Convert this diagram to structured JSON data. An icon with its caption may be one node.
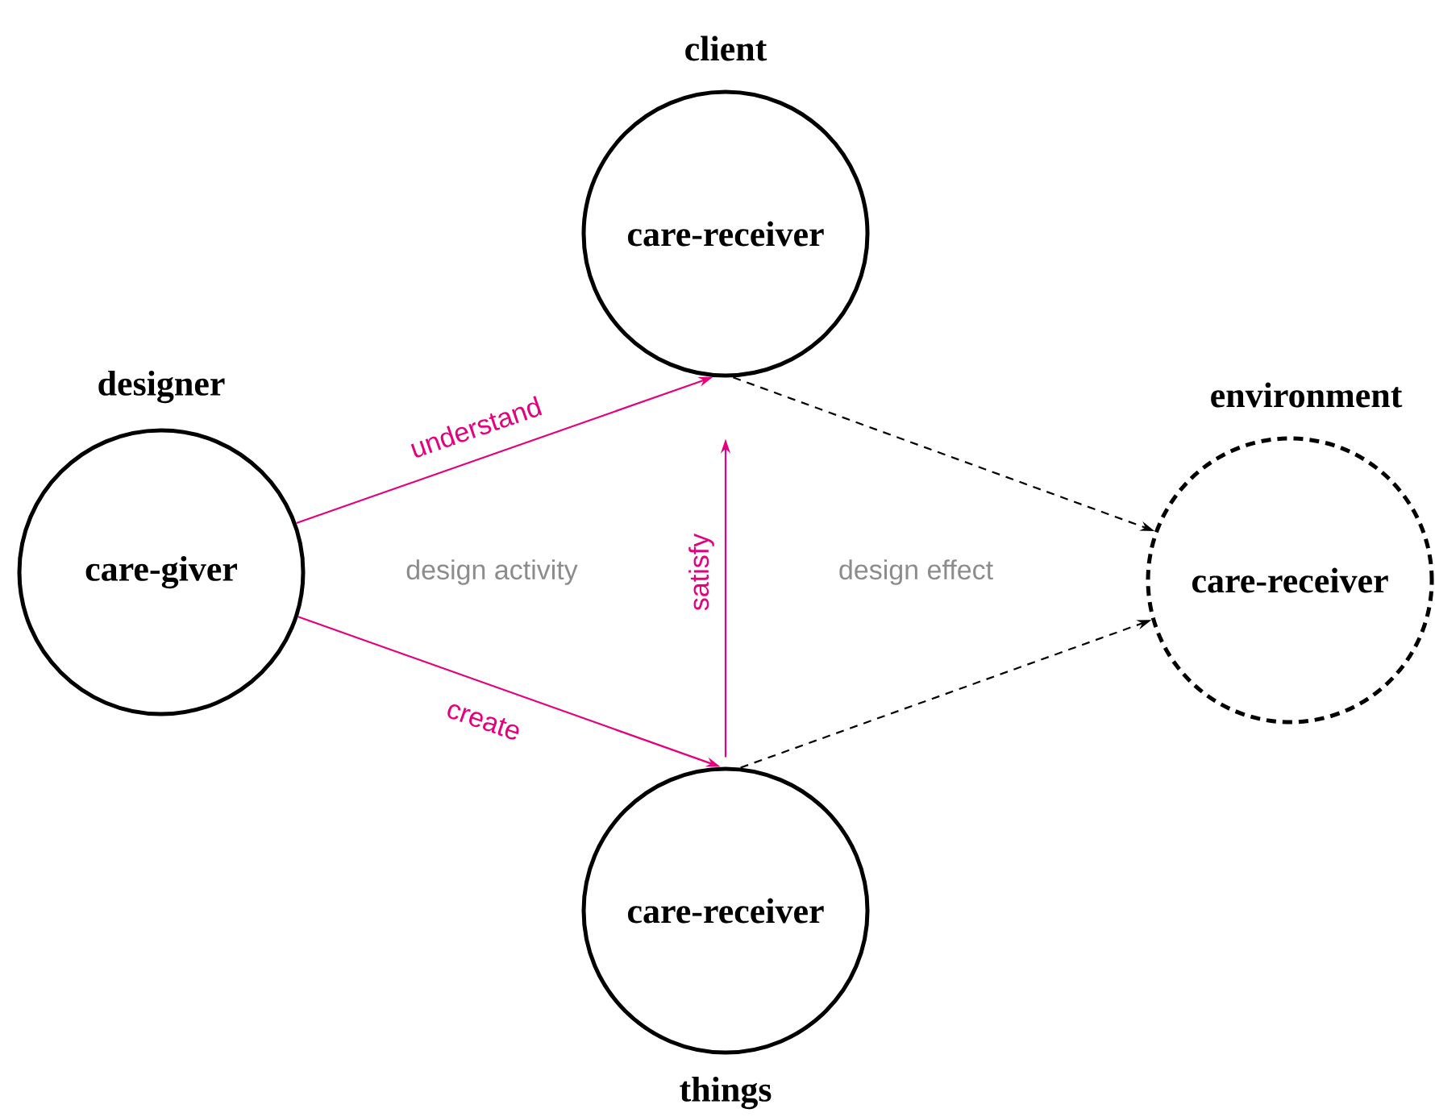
{
  "diagram": {
    "nodes": [
      {
        "text": [
          "client",
          "care-receiver"
        ]
      },
      {
        "text": [
          "designer",
          "care-giver"
        ]
      },
      {
        "text": [
          "environment",
          "care-receiver"
        ]
      },
      {
        "text": [
          "care-receiver",
          "things"
        ]
      }
    ],
    "edges": [
      {
        "from": 1,
        "to": 0,
        "arrow": "to",
        "label": "understand",
        "color": "#e5007d"
      },
      {
        "from": 1,
        "to": 3,
        "arrow": "to",
        "label": "create",
        "color": "#e5007d"
      },
      {
        "from": 3,
        "to": 0,
        "arrow": "to",
        "label": "satisfy",
        "color": "#e5007d"
      },
      {
        "from": 0,
        "to": 2,
        "arrow": "to",
        "style": "dashed",
        "color": "#000000"
      },
      {
        "from": 3,
        "to": 2,
        "arrow": "to",
        "style": "dashed",
        "color": "#000000"
      }
    ],
    "labels": [
      "design activity",
      "design effect"
    ]
  }
}
